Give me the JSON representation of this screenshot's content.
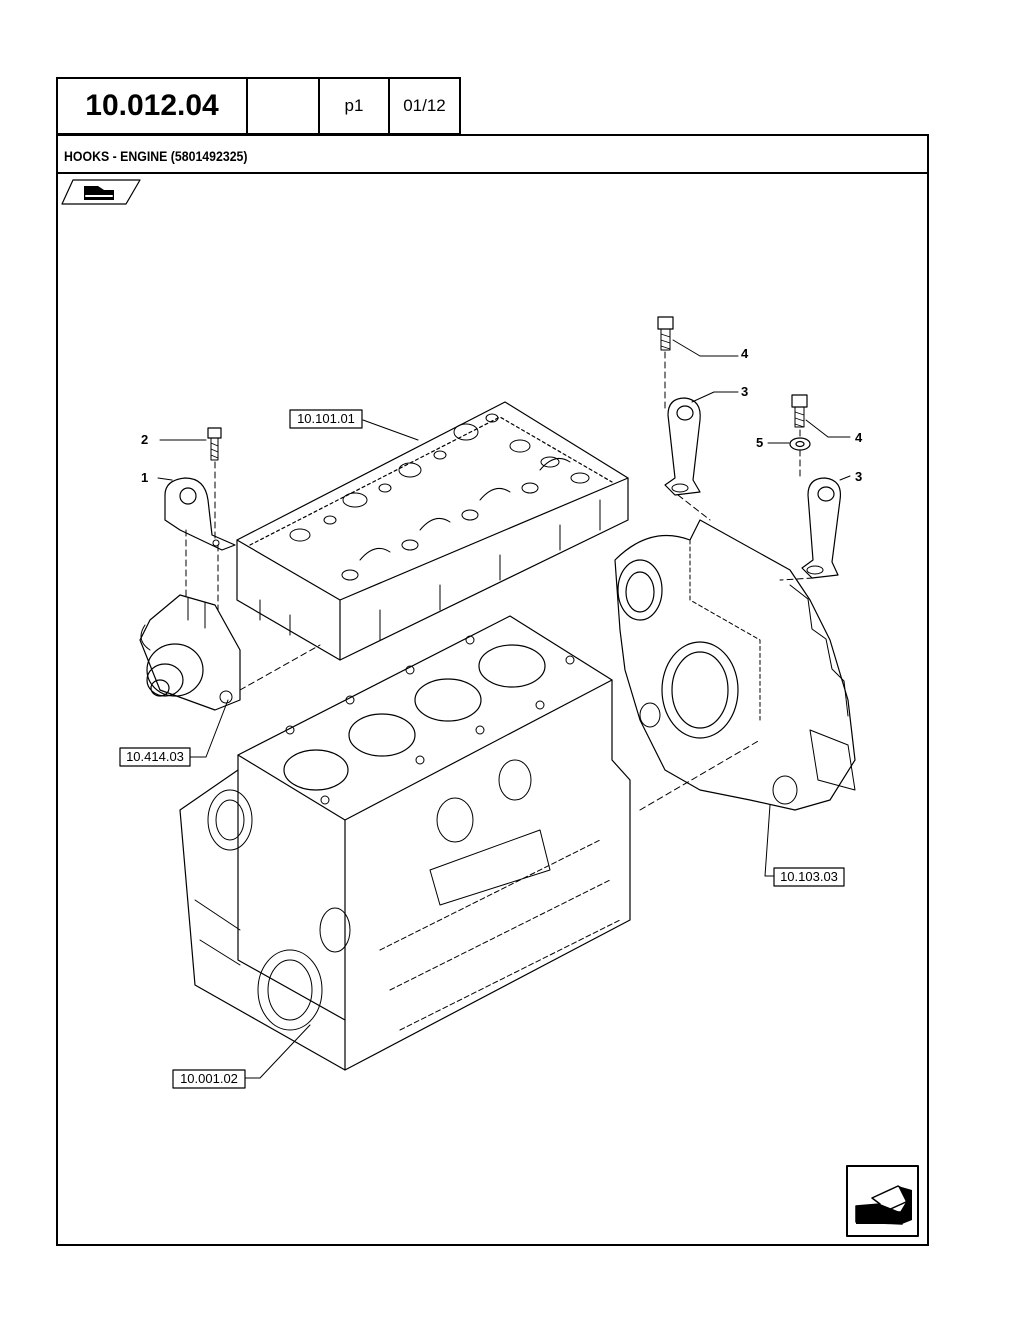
{
  "header": {
    "code": "10.012.04",
    "blank": "",
    "page": "p1",
    "date": "01/12"
  },
  "title": "HOOKS - ENGINE (5801492325)",
  "references": {
    "cylinder_head": "10.101.01",
    "water_pump": "10.414.03",
    "flywheel_housing": "10.103.03",
    "engine_block": "10.001.02"
  },
  "callouts": {
    "c1": "1",
    "c2": "2",
    "c3a": "3",
    "c3b": "3",
    "c4a": "4",
    "c4b": "4",
    "c5": "5"
  },
  "icons": {
    "start": "hand-pointer-icon",
    "next": "next-page-arrow-icon"
  }
}
